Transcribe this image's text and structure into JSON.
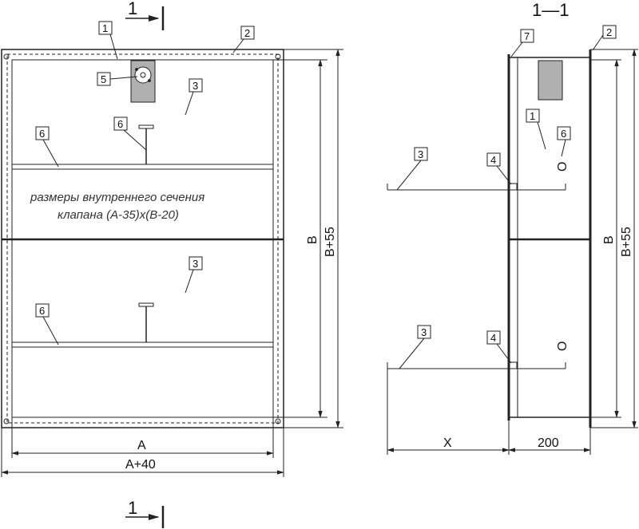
{
  "section_marks": {
    "top_cut": "1",
    "bottom_cut": "1",
    "section_title": "1—1"
  },
  "callouts": {
    "front": [
      "1",
      "2",
      "5",
      "3",
      "6",
      "6",
      "3",
      "6"
    ],
    "section": [
      "7",
      "2",
      "1",
      "6",
      "3",
      "4",
      "3",
      "4"
    ]
  },
  "dimensions": {
    "front_width_inner": "A",
    "front_width_outer": "A+40",
    "front_height_inner": "B",
    "front_height_outer": "B+55",
    "section_height_inner": "B",
    "section_height_outer": "B+55",
    "section_depth_x": "X",
    "section_depth": "200"
  },
  "note": {
    "line1": "размеры внутреннего сечения",
    "line2": "клапана (A-35)x(B-20)"
  },
  "marks": {
    "section_o_upper": "O",
    "section_o_lower": "O"
  },
  "colors": {
    "line": "#222222",
    "fill_motor": "#b0b0b0",
    "frame_fill": "#ffffff"
  }
}
